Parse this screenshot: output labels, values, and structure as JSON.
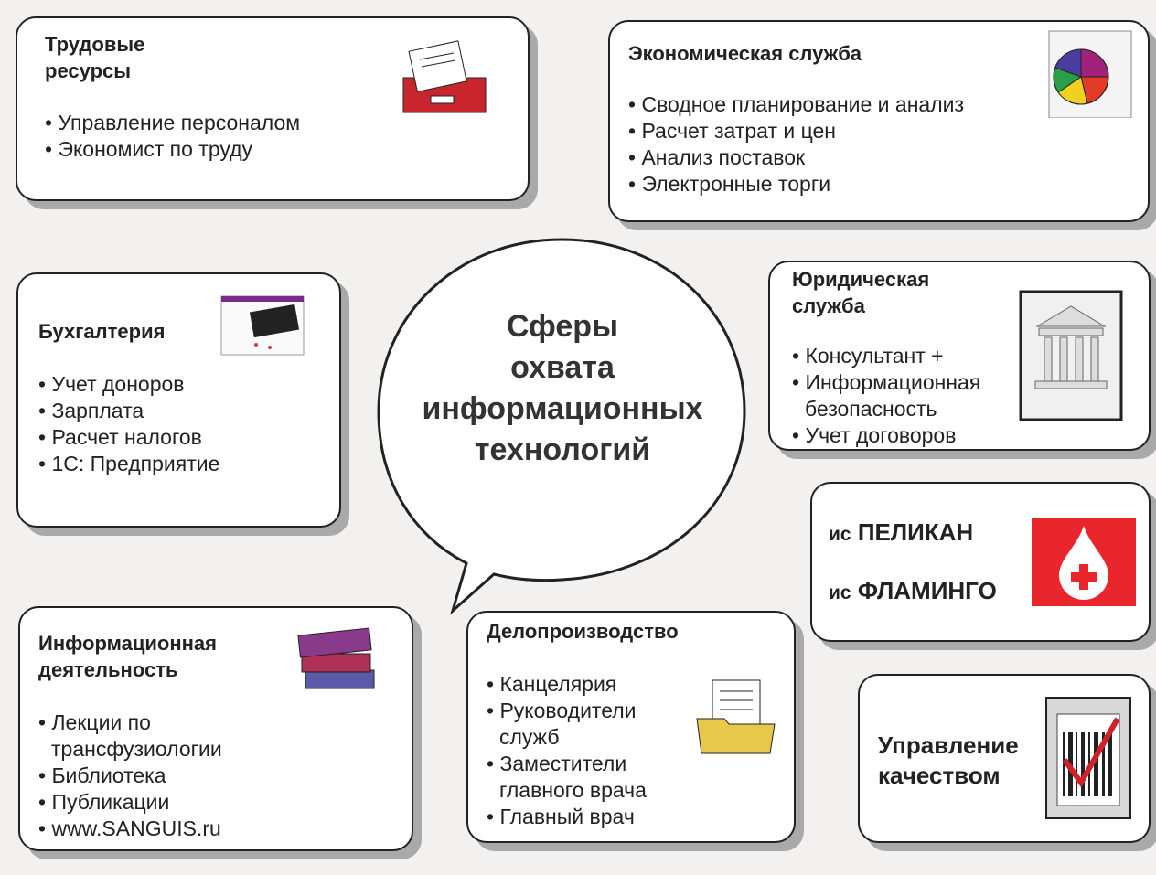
{
  "center": {
    "lines": [
      "Сферы",
      "охвата",
      "информационных",
      "технологий"
    ]
  },
  "boxes": {
    "labor": {
      "title": [
        "Трудовые",
        "ресурсы"
      ],
      "items": [
        "Управление персоналом",
        "Экономист по труду"
      ]
    },
    "economic": {
      "title": "Экономическая служба",
      "items": [
        "Сводное планирование и анализ",
        "Расчет затрат и цен",
        "Анализ поставок",
        "Электронные торги"
      ]
    },
    "accounting": {
      "title": "Бухгалтерия",
      "items": [
        "Учет доноров",
        "Зарплата",
        "Расчет налогов",
        "1С: Предприятие"
      ]
    },
    "legal": {
      "title": [
        "Юридическая",
        "служба"
      ],
      "items": [
        "Консультант +",
        "Информационная",
        "безопасность",
        "Учет договоров"
      ]
    },
    "systems": {
      "prefix": "ИС",
      "items": [
        "ПЕЛИКАН",
        "ФЛАМИНГО"
      ],
      "logo_color": "#e8262b"
    },
    "info": {
      "title": [
        "Информационная",
        "деятельность"
      ],
      "items": [
        "Лекции по",
        "трансфузиологии",
        "Библиотека",
        "Публикации",
        "www.SANGUIS.ru"
      ]
    },
    "office": {
      "title": "Делопроизводство",
      "items": [
        "Канцелярия",
        "Руководители",
        "служб",
        "Заместители",
        "главного врача",
        "Главный врач"
      ]
    },
    "quality": {
      "title": [
        "Управление",
        "качеством"
      ]
    }
  }
}
